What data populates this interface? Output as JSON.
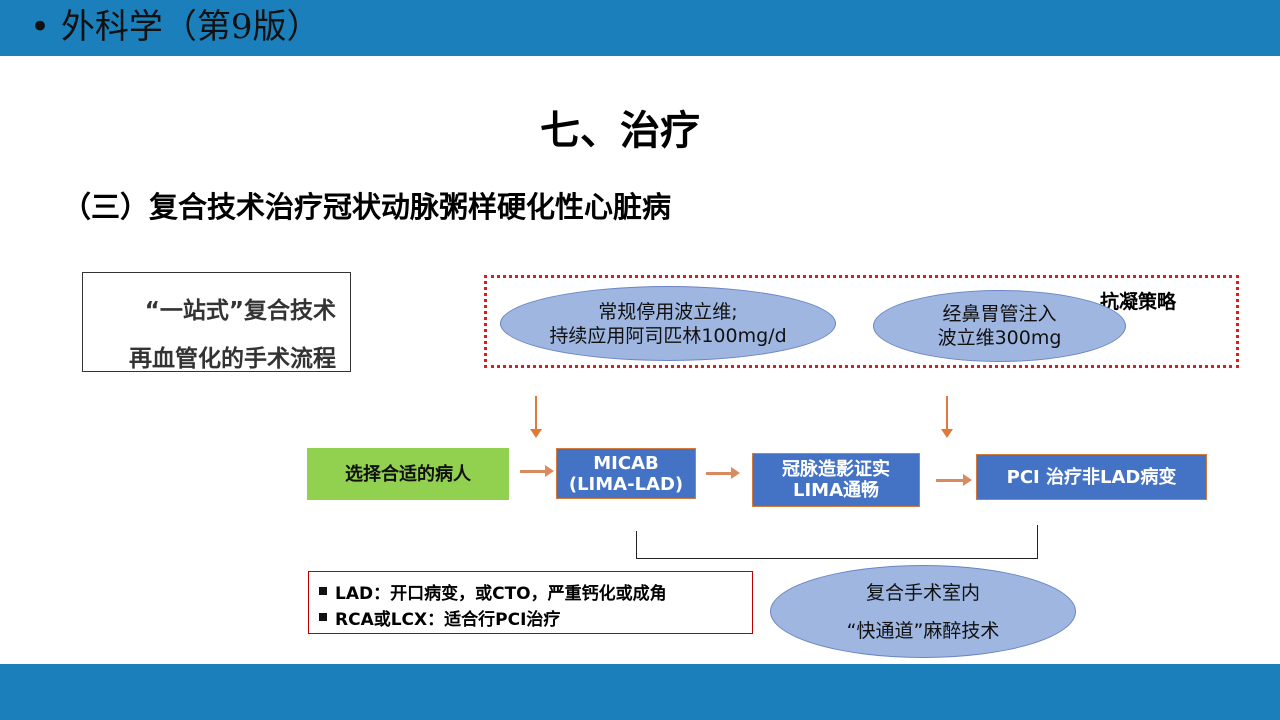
{
  "header": {
    "title": "• 外科学（第9版）"
  },
  "heading": "七、治疗",
  "subheading": "（三）复合技术治疗冠状动脉粥样硬化性心脏病",
  "left_box": {
    "line1": "“一站式”复合技术",
    "line2": "再血管化的手术流程"
  },
  "anticoag": {
    "label": "抗凝策略",
    "ellipse1": {
      "line1": "常规停用波立维;",
      "line2": "持续应用阿司匹林100mg/d"
    },
    "ellipse2": {
      "line1": "经鼻胃管注入",
      "line2": "波立维300mg"
    }
  },
  "flow": {
    "step1": "选择合适的病人",
    "step2": {
      "line1": "MICAB",
      "line2": "(LIMA-LAD)"
    },
    "step3": {
      "line1": "冠脉造影证实",
      "line2": "LIMA通畅"
    },
    "step4": "PCI 治疗非LAD病变"
  },
  "criteria": {
    "item1": "LAD：开口病变，或CTO，严重钙化或成角",
    "item2": "RCA或LCX：适合行PCI治疗"
  },
  "anesthesia": {
    "line1": "复合手术室内",
    "line2": "“快通道”麻醉技术"
  }
}
